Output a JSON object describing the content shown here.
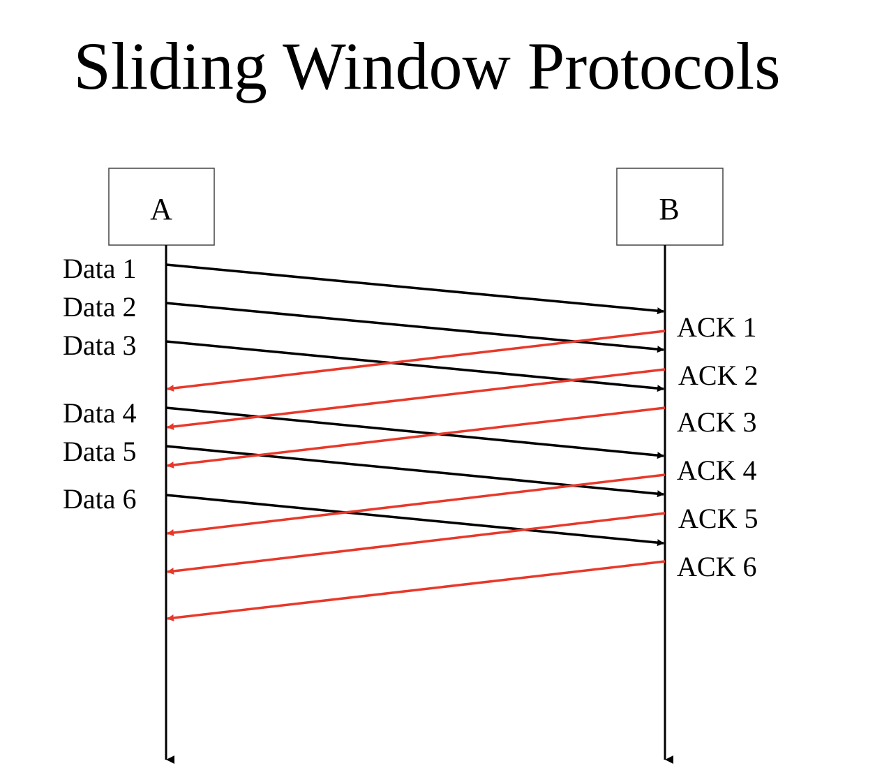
{
  "title": "Sliding Window Protocols",
  "colors": {
    "data_arrow": "#000000",
    "ack_arrow": "#e8382a"
  },
  "nodes": [
    {
      "id": "A",
      "label": "A"
    },
    {
      "id": "B",
      "label": "B"
    }
  ],
  "data_messages": [
    {
      "label": "Data 1",
      "from": "A",
      "to": "B"
    },
    {
      "label": "Data 2",
      "from": "A",
      "to": "B"
    },
    {
      "label": "Data 3",
      "from": "A",
      "to": "B"
    },
    {
      "label": "Data 4",
      "from": "A",
      "to": "B"
    },
    {
      "label": "Data 5",
      "from": "A",
      "to": "B"
    },
    {
      "label": "Data 6",
      "from": "A",
      "to": "B"
    }
  ],
  "ack_messages": [
    {
      "label": "ACK 1",
      "from": "B",
      "to": "A"
    },
    {
      "label": "ACK 2",
      "from": "B",
      "to": "A"
    },
    {
      "label": "ACK 3",
      "from": "B",
      "to": "A"
    },
    {
      "label": "ACK 4",
      "from": "B",
      "to": "A"
    },
    {
      "label": "ACK 5",
      "from": "B",
      "to": "A"
    },
    {
      "label": "ACK 6",
      "from": "B",
      "to": "A"
    }
  ]
}
